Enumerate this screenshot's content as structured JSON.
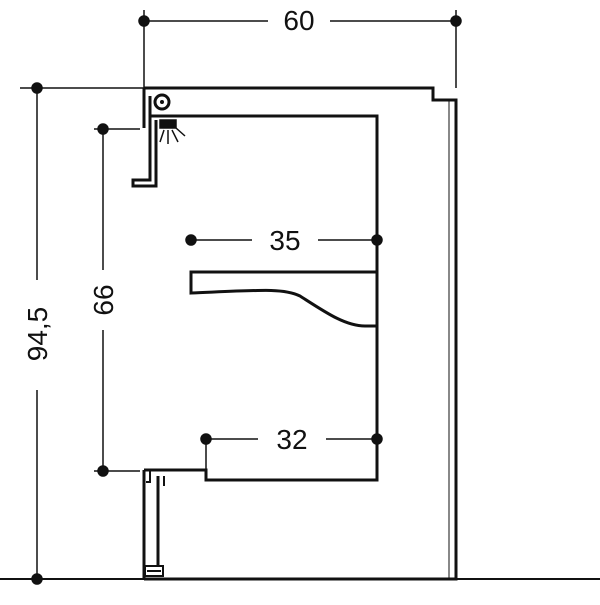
{
  "dimensions": {
    "width_top": "60",
    "total_height": "94,5",
    "inner_height": "66",
    "shelf_depth": "35",
    "bottom_depth": "32"
  },
  "colors": {
    "line": "#111111",
    "background": "#ffffff"
  },
  "icons": {
    "light": "downlight-icon",
    "hinge": "hinge-icon"
  }
}
